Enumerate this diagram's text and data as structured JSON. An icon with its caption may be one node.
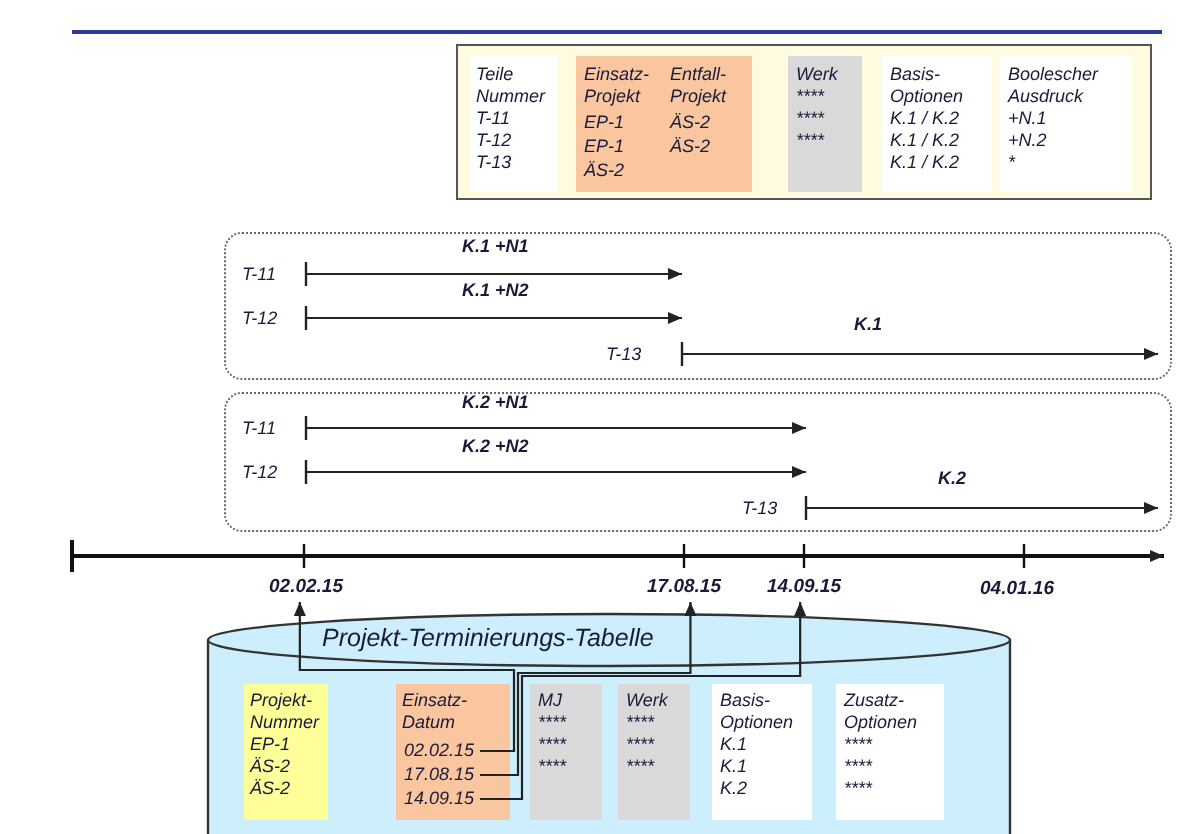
{
  "diagram": {
    "nodes": [
      {
        "text": [],
        "shape": "box"
      },
      {
        "text": [
          "Teile Nummer",
          "T-11",
          "T-12",
          "T-13"
        ],
        "in": 0
      },
      {
        "text": [
          "Einsatz-Projekt",
          "EP-1",
          "EP-1",
          "ÄS-2",
          "Entfall-Projekt",
          "ÄS-2",
          "ÄS-2"
        ],
        "in": 0
      },
      {
        "text": [
          "Werk",
          "****",
          "****",
          "****"
        ],
        "in": 0
      },
      {
        "text": [
          "Basis-Optionen",
          "K.1 / K.2",
          "K.1 / K.2",
          "K.1 / K.2"
        ],
        "in": 0
      },
      {
        "text": [
          "Boolescher Ausdruck",
          "+N.1",
          "+N.2",
          "*"
        ],
        "in": 0
      },
      {
        "text": [
          "T-11",
          "K.1 +N1",
          "T-12",
          "K.1 +N2",
          "T-13",
          "K.1"
        ]
      },
      {
        "text": [
          "T-11",
          "K.2 +N1",
          "T-12",
          "K.2 +N2",
          "T-13",
          "K.2"
        ]
      },
      {
        "text": [
          "02.02.15"
        ]
      },
      {
        "text": [
          "17.08.15"
        ]
      },
      {
        "text": [
          "14.09.15"
        ]
      },
      {
        "text": [
          "Projekt-Terminierungs-Tabelle"
        ]
      },
      {
        "text": [
          "Projekt-Nummer",
          "EP-1",
          "ÄS-2",
          "ÄS-2"
        ],
        "in": 11
      },
      {
        "text": [
          "Einsatz-Datum"
        ],
        "in": 11
      },
      {
        "text": [
          "02.02.15"
        ],
        "in": 13
      },
      {
        "text": [
          "17.08.15"
        ],
        "in": 13
      },
      {
        "text": [
          "14.09.15"
        ],
        "in": 13
      },
      {
        "text": [
          "MJ",
          "****",
          "****",
          "****"
        ],
        "in": 11
      },
      {
        "text": [
          "Werk",
          "****",
          "****",
          "****"
        ],
        "in": 11
      },
      {
        "text": [
          "Basis-Optionen",
          "K.1",
          "K.1",
          "K.2"
        ],
        "in": 11
      },
      {
        "text": [
          "Zusatz-Optionen",
          "****",
          "****",
          "****"
        ],
        "in": 11
      }
    ],
    "edges": [
      {
        "from": 14,
        "to": 8,
        "arrow": "to"
      },
      {
        "from": 15,
        "to": 9,
        "arrow": "to"
      },
      {
        "from": 16,
        "to": 10,
        "arrow": "to"
      }
    ],
    "labels": [
      "04.01.16"
    ]
  }
}
